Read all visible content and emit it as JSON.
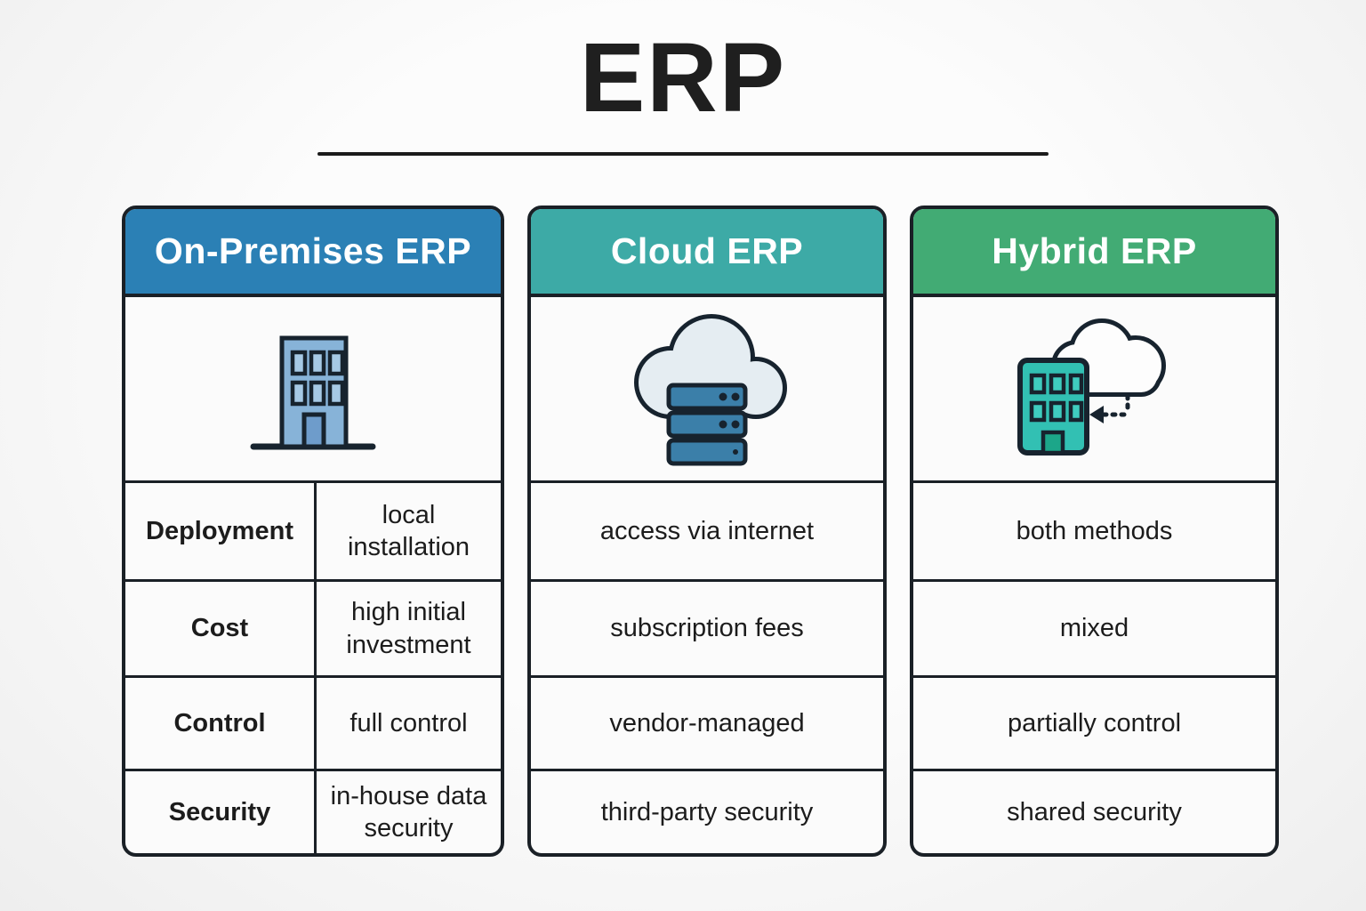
{
  "title": "ERP",
  "row_labels": [
    "Deployment",
    "Cost",
    "Control",
    "Security"
  ],
  "columns": [
    {
      "header": "On-Premises ERP",
      "header_color": "#2b80b5",
      "icon": "building-icon",
      "values": [
        "local installation",
        "high initial investment",
        "full control",
        "in-house data security"
      ]
    },
    {
      "header": "Cloud ERP",
      "header_color": "#3daaa6",
      "icon": "cloud-server-icon",
      "values": [
        "access via internet",
        "subscription fees",
        "vendor-managed",
        "third-party security"
      ]
    },
    {
      "header": "Hybrid ERP",
      "header_color": "#42ab74",
      "icon": "building-cloud-icon",
      "values": [
        "both methods",
        "mixed",
        "partially control",
        "shared security"
      ]
    }
  ]
}
